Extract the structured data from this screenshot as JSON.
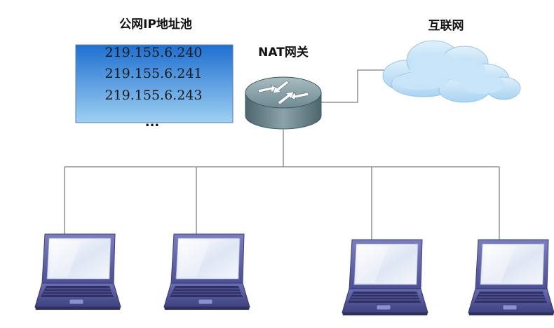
{
  "labels": {
    "ip_pool_title": "公网IP地址池",
    "gateway_title": "NAT网关",
    "internet_title": "互联网"
  },
  "ip_pool": {
    "addresses": [
      "219.155.6.240",
      "219.155.6.241",
      "219.155.6.243"
    ],
    "ellipsis": "..."
  },
  "colors": {
    "pool_top": "#1e6fd0",
    "pool_bottom": "#9ed0f2",
    "router_body": "#5d7780",
    "cloud": "#b8dcf4",
    "laptop_frame": "#5b5fa6",
    "laptop_screen": "#e9eef8",
    "line": "#7f7f7f"
  },
  "icons": {
    "router": "router-icon",
    "cloud": "cloud-icon",
    "laptop": "laptop-icon"
  },
  "laptop_count": 4
}
